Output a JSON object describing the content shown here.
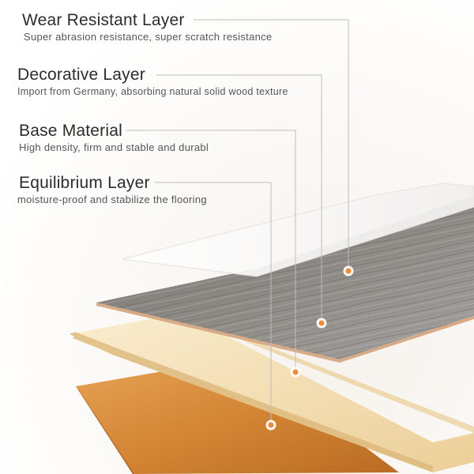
{
  "layers": [
    {
      "id": "wear",
      "title": "Wear Resistant Layer",
      "description": "Super abrasion resistance,  super scratch resistance"
    },
    {
      "id": "deco",
      "title": "Decorative Layer",
      "description": "Import from Germany, absorbing natural solid wood texture"
    },
    {
      "id": "base",
      "title": "Base Material",
      "description": "High density, firm and stable and durabl"
    },
    {
      "id": "equi",
      "title": "Equilibrium Layer",
      "description": "moisture-proof and stabilize the flooring"
    }
  ],
  "colors": {
    "callout_dot": "#f08a3c",
    "callout_line": "#bdbdbd",
    "wood_surface": "#8f8a86",
    "base_core": "#f3dfb4",
    "backing": "#d68a3a"
  }
}
